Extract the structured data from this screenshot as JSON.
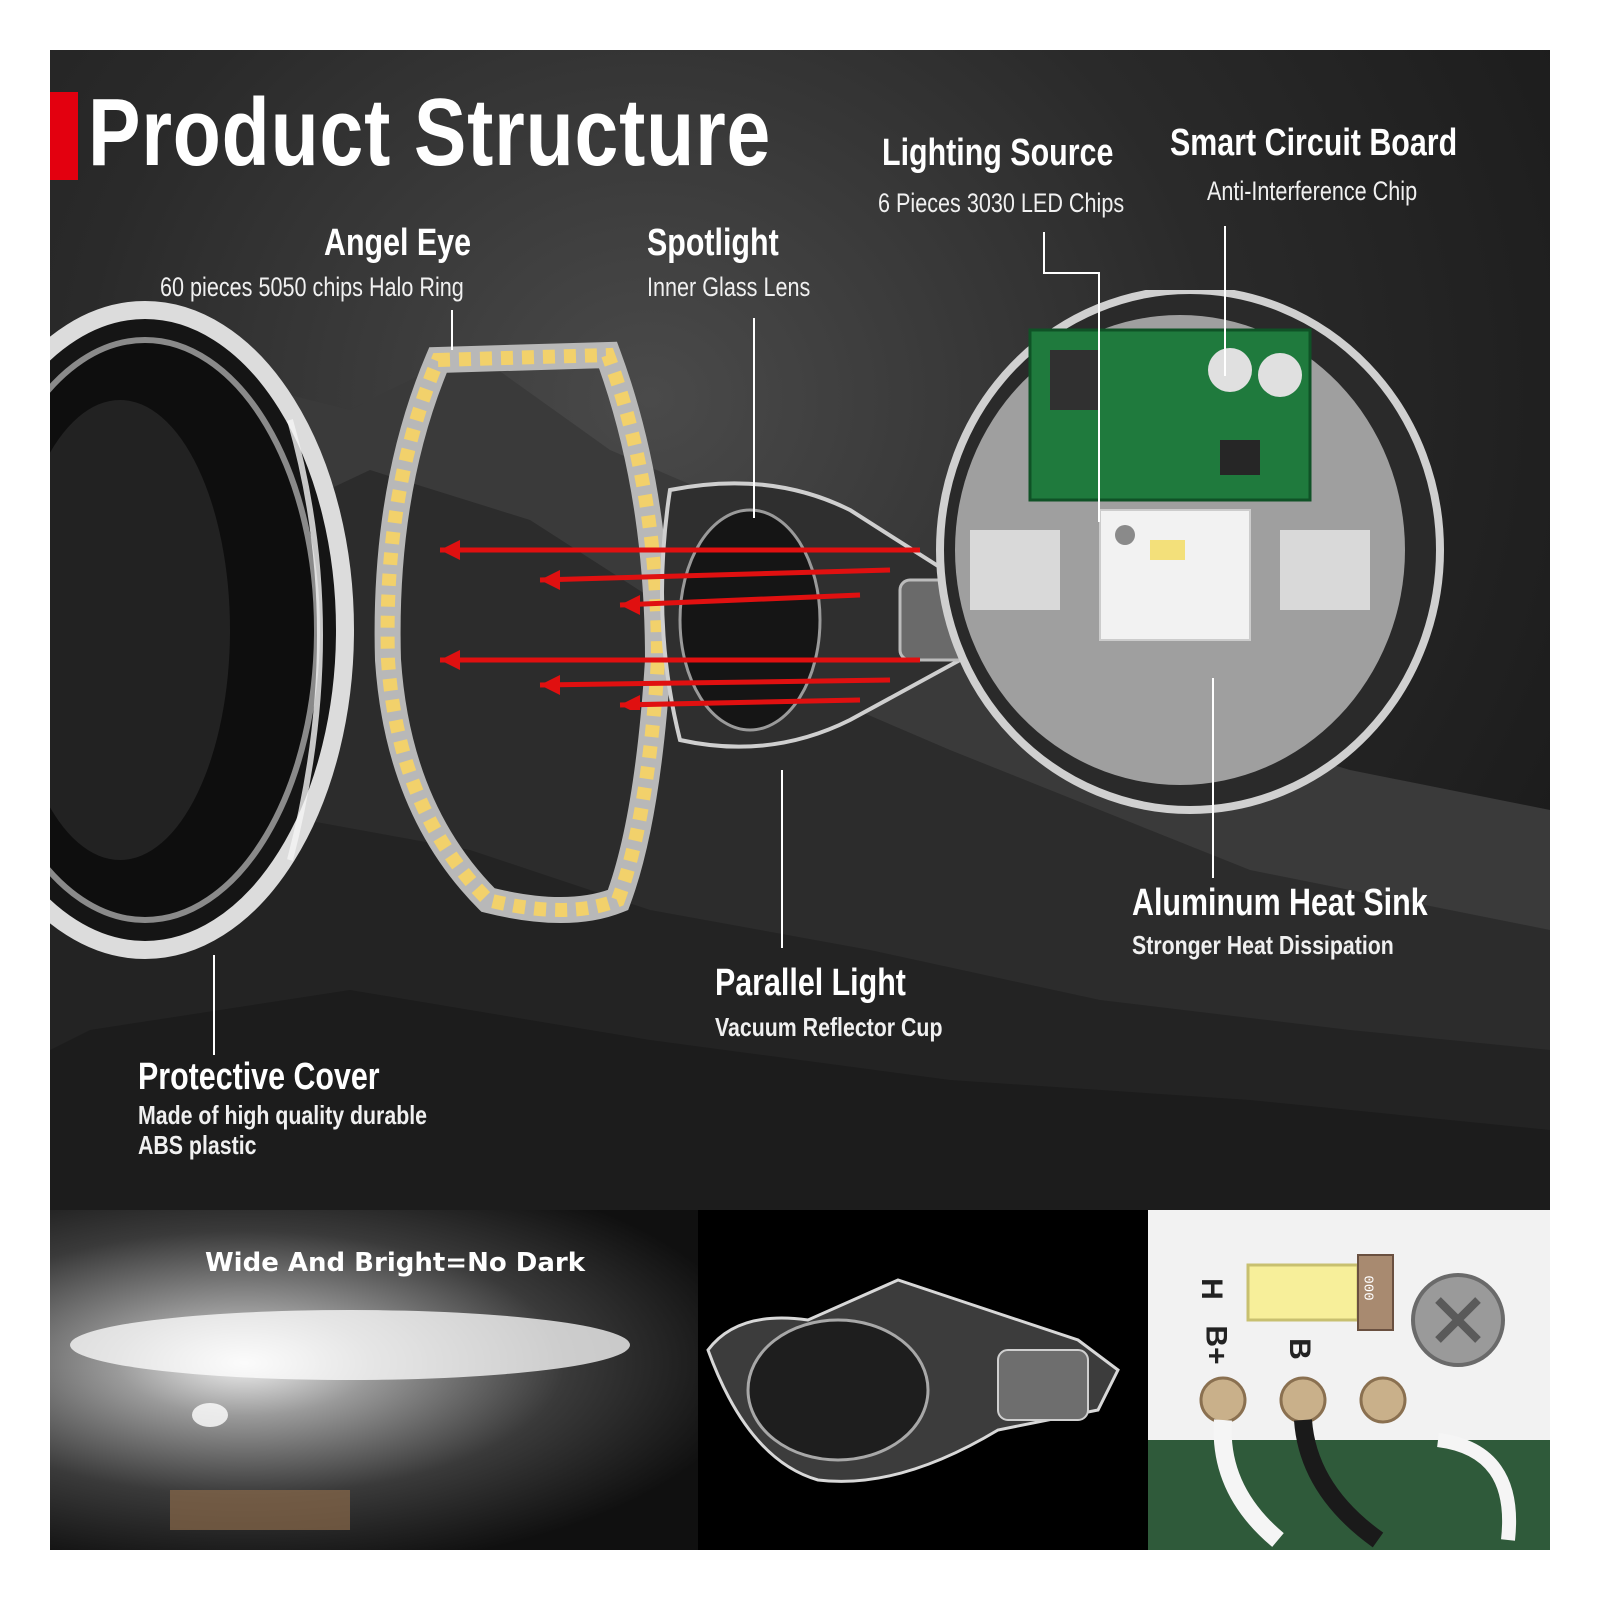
{
  "title": "Product Structure",
  "accent_color": "#e3000f",
  "labels": {
    "angel_eye": {
      "heading": "Angel Eye",
      "sub": "60 pieces 5050 chips Halo Ring"
    },
    "spotlight": {
      "heading": "Spotlight",
      "sub": "Inner Glass Lens"
    },
    "lighting_source": {
      "heading": "Lighting Source",
      "sub": "6 Pieces 3030 LED Chips"
    },
    "smart_circuit": {
      "heading": "Smart Circuit Board",
      "sub": "Anti-Interference Chip"
    },
    "heat_sink": {
      "heading": "Aluminum Heat Sink",
      "sub": "Stronger Heat Dissipation"
    },
    "parallel_light": {
      "heading": "Parallel Light",
      "sub": "Vacuum Reflector Cup"
    },
    "protective_cover": {
      "heading": "Protective Cover",
      "sub_line1": "Made of high quality durable",
      "sub_line2": "ABS plastic"
    }
  },
  "bottom": {
    "beam_caption": "Wide And Bright=No Dark",
    "pcb_text": {
      "h": "H",
      "b_plus": "B+",
      "b": "B",
      "resistor": "000"
    }
  }
}
